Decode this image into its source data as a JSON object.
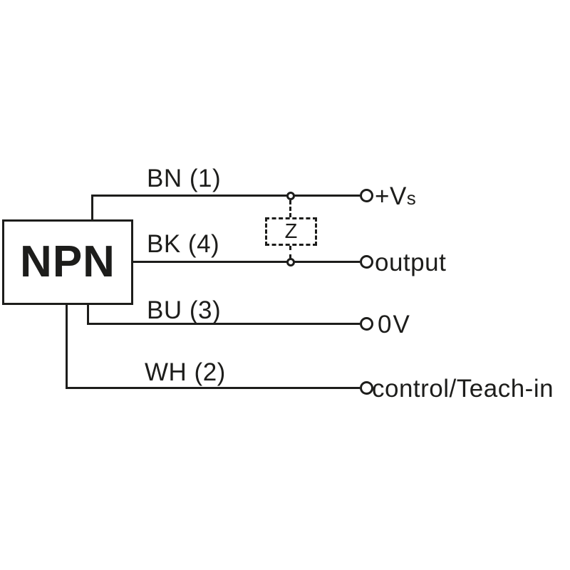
{
  "device": {
    "label": "NPN"
  },
  "load": {
    "label": "Z"
  },
  "wires": [
    {
      "name": "BN (1)",
      "terminal": "+V",
      "terminal_small": "s"
    },
    {
      "name": "BK (4)",
      "terminal": "output",
      "terminal_small": ""
    },
    {
      "name": "BU (3)",
      "terminal": "0V",
      "terminal_small": ""
    },
    {
      "name": "WH (2)",
      "terminal": "control/Teach-in",
      "terminal_small": ""
    }
  ],
  "colors": {
    "ink": "#1d1d1b",
    "background": "#ffffff"
  }
}
